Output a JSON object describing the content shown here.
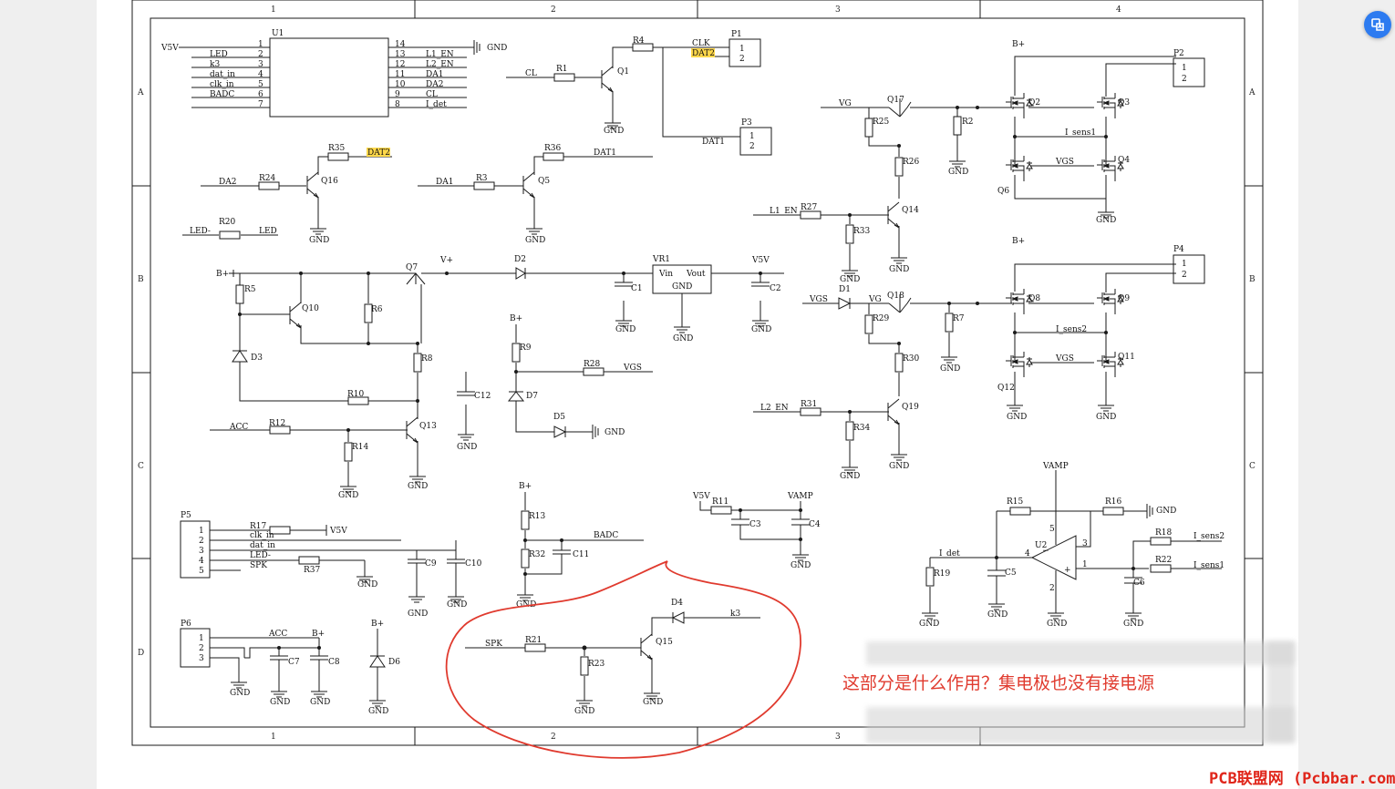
{
  "annotation": "这部分是什么作用？集电极也没有接电源",
  "watermark": "PCB联盟网 (Pcbbar.com)",
  "colors": {
    "annotation": "#e03a2e",
    "highlight": "#ffd84a",
    "fab": "#2d7bf0"
  },
  "grid": {
    "cols": [
      "1",
      "2",
      "3",
      "4"
    ],
    "bottom_cols": [
      "1",
      "2",
      "3"
    ],
    "rows": [
      "A",
      "B",
      "C",
      "D"
    ]
  },
  "u1": {
    "ref": "U1",
    "left_pins": [
      {
        "net": "V5V",
        "pin": "1"
      },
      {
        "net": "LED",
        "pin": "2"
      },
      {
        "net": "k3",
        "pin": "3"
      },
      {
        "net": "dat_in",
        "pin": "4"
      },
      {
        "net": "clk_in",
        "pin": "5"
      },
      {
        "net": "BADC",
        "pin": "6"
      },
      {
        "net": "",
        "pin": "7"
      }
    ],
    "right_pins": [
      {
        "net": "GND",
        "pin": "14"
      },
      {
        "net": "L1_EN",
        "pin": "13"
      },
      {
        "net": "L2_EN",
        "pin": "12"
      },
      {
        "net": "DA1",
        "pin": "11"
      },
      {
        "net": "DA2",
        "pin": "10"
      },
      {
        "net": "CL",
        "pin": "9"
      },
      {
        "net": "I_det",
        "pin": "8"
      }
    ]
  },
  "nets": {
    "gnd": "GND",
    "v5v": "V5V",
    "bplus": "B+",
    "vplus": "V+",
    "vamp": "VAMP",
    "vg": "VG",
    "vgs": "VGS",
    "clk": "CLK",
    "dat2": "DAT2",
    "dat1": "DAT1",
    "cl": "CL",
    "da1": "DA1",
    "da2": "DA2",
    "led": "LED",
    "led_neg": "LED-",
    "acc": "ACC",
    "badc": "BADC",
    "spk": "SPK",
    "k3": "k3",
    "l1_en": "L1_EN",
    "l2_en": "L2_EN",
    "i_det": "I_det",
    "i_sens1": "I_sens1",
    "i_sens2": "I_sens2",
    "clk_in": "clk_in",
    "dat_in": "dat_in"
  },
  "parts": {
    "p1": "P1",
    "p2": "P2",
    "p3": "P3",
    "p4": "P4",
    "p5": "P5",
    "p6": "P6",
    "vr1": "VR1",
    "u2": "U2",
    "q1": "Q1",
    "q2": "Q2",
    "q3": "Q3",
    "q4": "Q4",
    "q5": "Q5",
    "q6": "Q6",
    "q7": "Q7",
    "q8": "Q8",
    "q9": "Q9",
    "q10": "Q10",
    "q11": "Q11",
    "q12": "Q12",
    "q13": "Q13",
    "q14": "Q14",
    "q15": "Q15",
    "q16": "Q16",
    "q17": "Q17",
    "q18": "Q18",
    "q19": "Q19",
    "r1": "R1",
    "r2": "R2",
    "r3": "R3",
    "r4": "R4",
    "r5": "R5",
    "r6": "R6",
    "r7": "R7",
    "r8": "R8",
    "r9": "R9",
    "r10": "R10",
    "r11": "R11",
    "r12": "R12",
    "r13": "R13",
    "r14": "R14",
    "r15": "R15",
    "r16": "R16",
    "r17": "R17",
    "r18": "R18",
    "r19": "R19",
    "r20": "R20",
    "r21": "R21",
    "r22": "R22",
    "r23": "R23",
    "r24": "R24",
    "r25": "R25",
    "r26": "R26",
    "r27": "R27",
    "r28": "R28",
    "r29": "R29",
    "r30": "R30",
    "r31": "R31",
    "r32": "R32",
    "r33": "R33",
    "r34": "R34",
    "r35": "R35",
    "r36": "R36",
    "r37": "R37",
    "c1": "C1",
    "c2": "C2",
    "c3": "C3",
    "c4": "C4",
    "c5": "C5",
    "c6": "C6",
    "c7": "C7",
    "c8": "C8",
    "c9": "C9",
    "c10": "C10",
    "c11": "C11",
    "c12": "C12",
    "d1": "D1",
    "d2": "D2",
    "d3": "D3",
    "d4": "D4",
    "d5": "D5",
    "d6": "D6",
    "d7": "D7"
  },
  "vr1_pins": {
    "vin": "Vin",
    "vout": "Vout",
    "gnd": "GND"
  },
  "pins": {
    "n1": "1",
    "n2": "2",
    "n3": "3",
    "n4": "4",
    "n5": "5"
  },
  "opamp": {
    "minus": "−",
    "plus": "+"
  }
}
